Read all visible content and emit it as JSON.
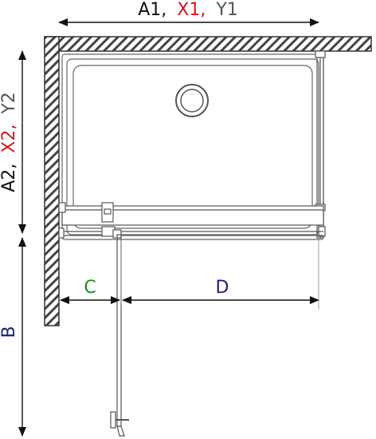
{
  "labels": {
    "top": {
      "part1": "A1,",
      "part2": "X1,",
      "part3": "Y1"
    },
    "left": {
      "part1": "A2,",
      "part2": "X2,",
      "part3": "Y2"
    },
    "c": "C",
    "d": "D",
    "b": "B"
  },
  "colors": {
    "black": "#111111",
    "red": "#d4141b",
    "gray": "#555555",
    "green": "#1f8a1f",
    "navy": "#1f1f7a",
    "line": "#555555"
  }
}
